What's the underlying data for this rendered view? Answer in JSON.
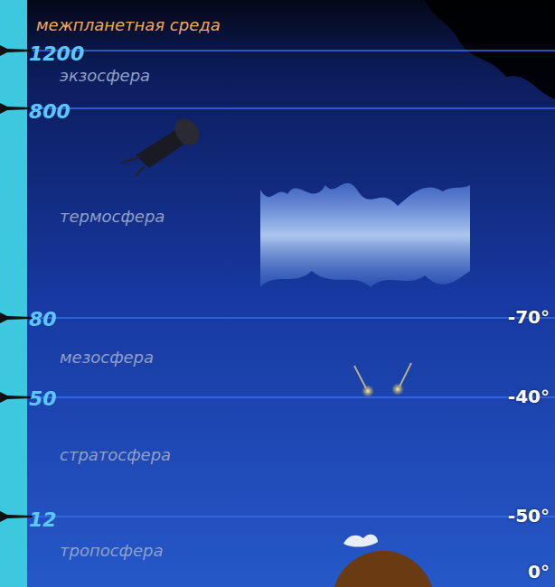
{
  "diagram": {
    "labels": [
      "межпланетная среда",
      "1200",
      "экзосфера",
      "800",
      "термосфера",
      "80",
      "-70°",
      "мезосфера",
      "50",
      "-40°",
      "стратосфера",
      "12",
      "-50°",
      "тропосфера",
      "0°"
    ]
  }
}
